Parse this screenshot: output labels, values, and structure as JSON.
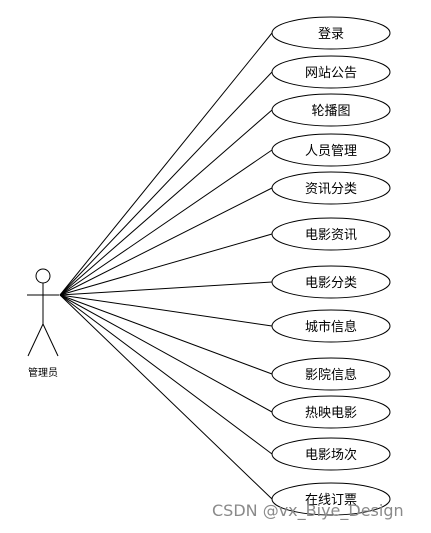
{
  "actor": {
    "label": "管理员"
  },
  "use_cases": [
    {
      "label": "登录"
    },
    {
      "label": "网站公告"
    },
    {
      "label": "轮播图"
    },
    {
      "label": "人员管理"
    },
    {
      "label": "资讯分类"
    },
    {
      "label": "电影资讯"
    },
    {
      "label": "电影分类"
    },
    {
      "label": "城市信息"
    },
    {
      "label": "影院信息"
    },
    {
      "label": "热映电影"
    },
    {
      "label": "电影场次"
    },
    {
      "label": "在线订票"
    }
  ],
  "watermark": "CSDN @vx_Biye_Design"
}
